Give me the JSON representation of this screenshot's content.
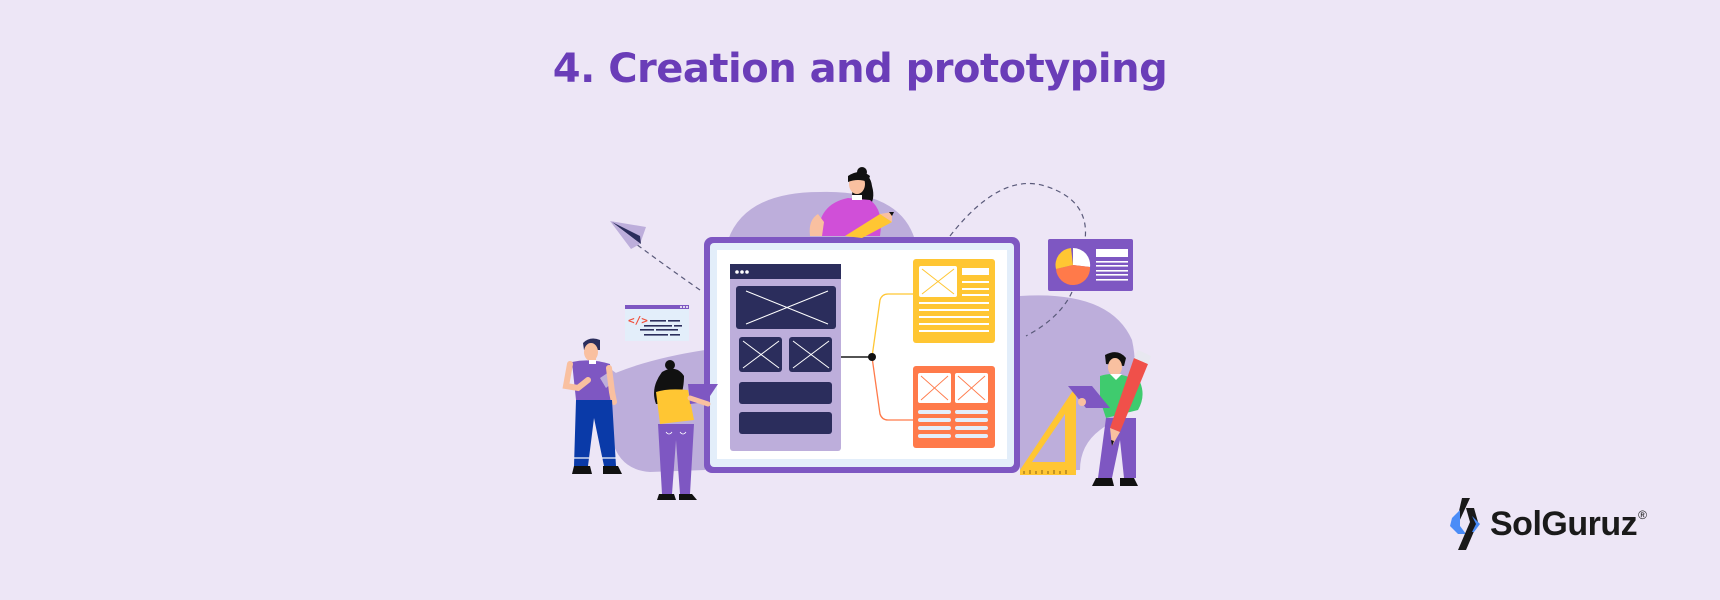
{
  "page": {
    "title": "4. Creation and prototyping",
    "background_color": "#EDE6F6",
    "title_color": "#6A3DB8"
  },
  "illustration": {
    "description": "Team creating wireframes and prototypes around a large monitor",
    "elements": [
      "paper-plane",
      "code-window",
      "monitor-wireframe",
      "yellow-layout-card",
      "orange-layout-card",
      "pie-chart-card",
      "triangle-ruler",
      "woman-with-pencil",
      "man-with-tablet",
      "woman-with-tablet",
      "man-with-giant-pencil"
    ],
    "code_glyph": "</>",
    "colors": {
      "frame": "#7E57C2",
      "dark_navy": "#2B2D5C",
      "lilac": "#BDAEDB",
      "yellow": "#FFC633",
      "orange": "#FF7A4A",
      "screen_bg": "#E3EEFA"
    }
  },
  "brand": {
    "name": "SolGuruz",
    "registered_mark": "®",
    "mark_colors": [
      "#4A8CF7",
      "#1A1A1A"
    ]
  }
}
